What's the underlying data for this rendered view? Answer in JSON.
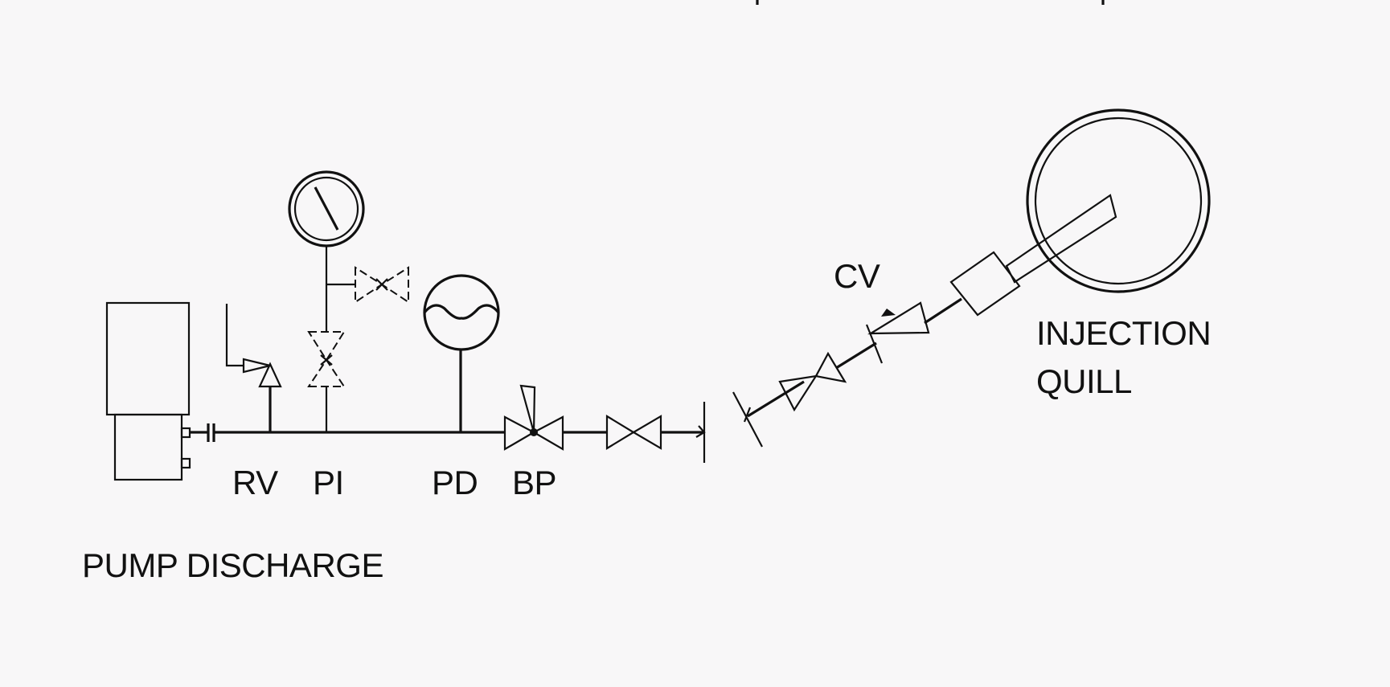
{
  "labels": {
    "rv": "RV",
    "pi": "PI",
    "pd": "PD",
    "bp": "BP",
    "cv": "CV",
    "injection": "INJECTION",
    "quill": "QUILL",
    "pump_discharge": "PUMP DISCHARGE"
  }
}
